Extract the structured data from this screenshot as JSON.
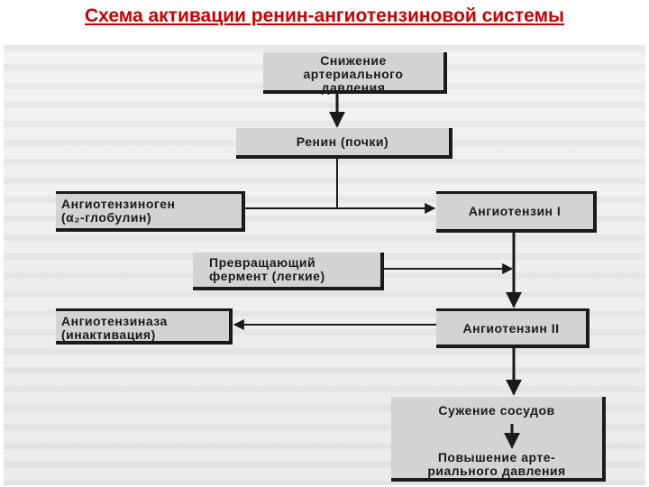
{
  "title": "Схема активации ренин-ангиотензиновой системы",
  "nodes": {
    "bp_drop": {
      "lines": [
        "Снижение",
        "артериального",
        "давления"
      ]
    },
    "renin": {
      "lines": [
        "Ренин (почки)"
      ]
    },
    "angiotensinogen": {
      "lines": [
        "Ангиотензиноген",
        "(α₂-глобулин)"
      ]
    },
    "angiotensin1": {
      "lines": [
        "Ангиотензин I"
      ]
    },
    "converting_enzyme": {
      "lines": [
        "Превращающий",
        "фермент (легкие)"
      ]
    },
    "angiotensinase": {
      "lines": [
        "Ангиотензиназа",
        "(инактивация)"
      ]
    },
    "angiotensin2": {
      "lines": [
        "Ангиотензин II"
      ]
    },
    "vasoconstriction": {
      "lines": [
        "Сужение сосудов"
      ]
    },
    "bp_rise": {
      "lines": [
        "Повышение арте-",
        "риального давления"
      ]
    }
  },
  "colors": {
    "title": "#cc0000",
    "box": "#d3d3d3",
    "line": "#1a1a1a"
  }
}
